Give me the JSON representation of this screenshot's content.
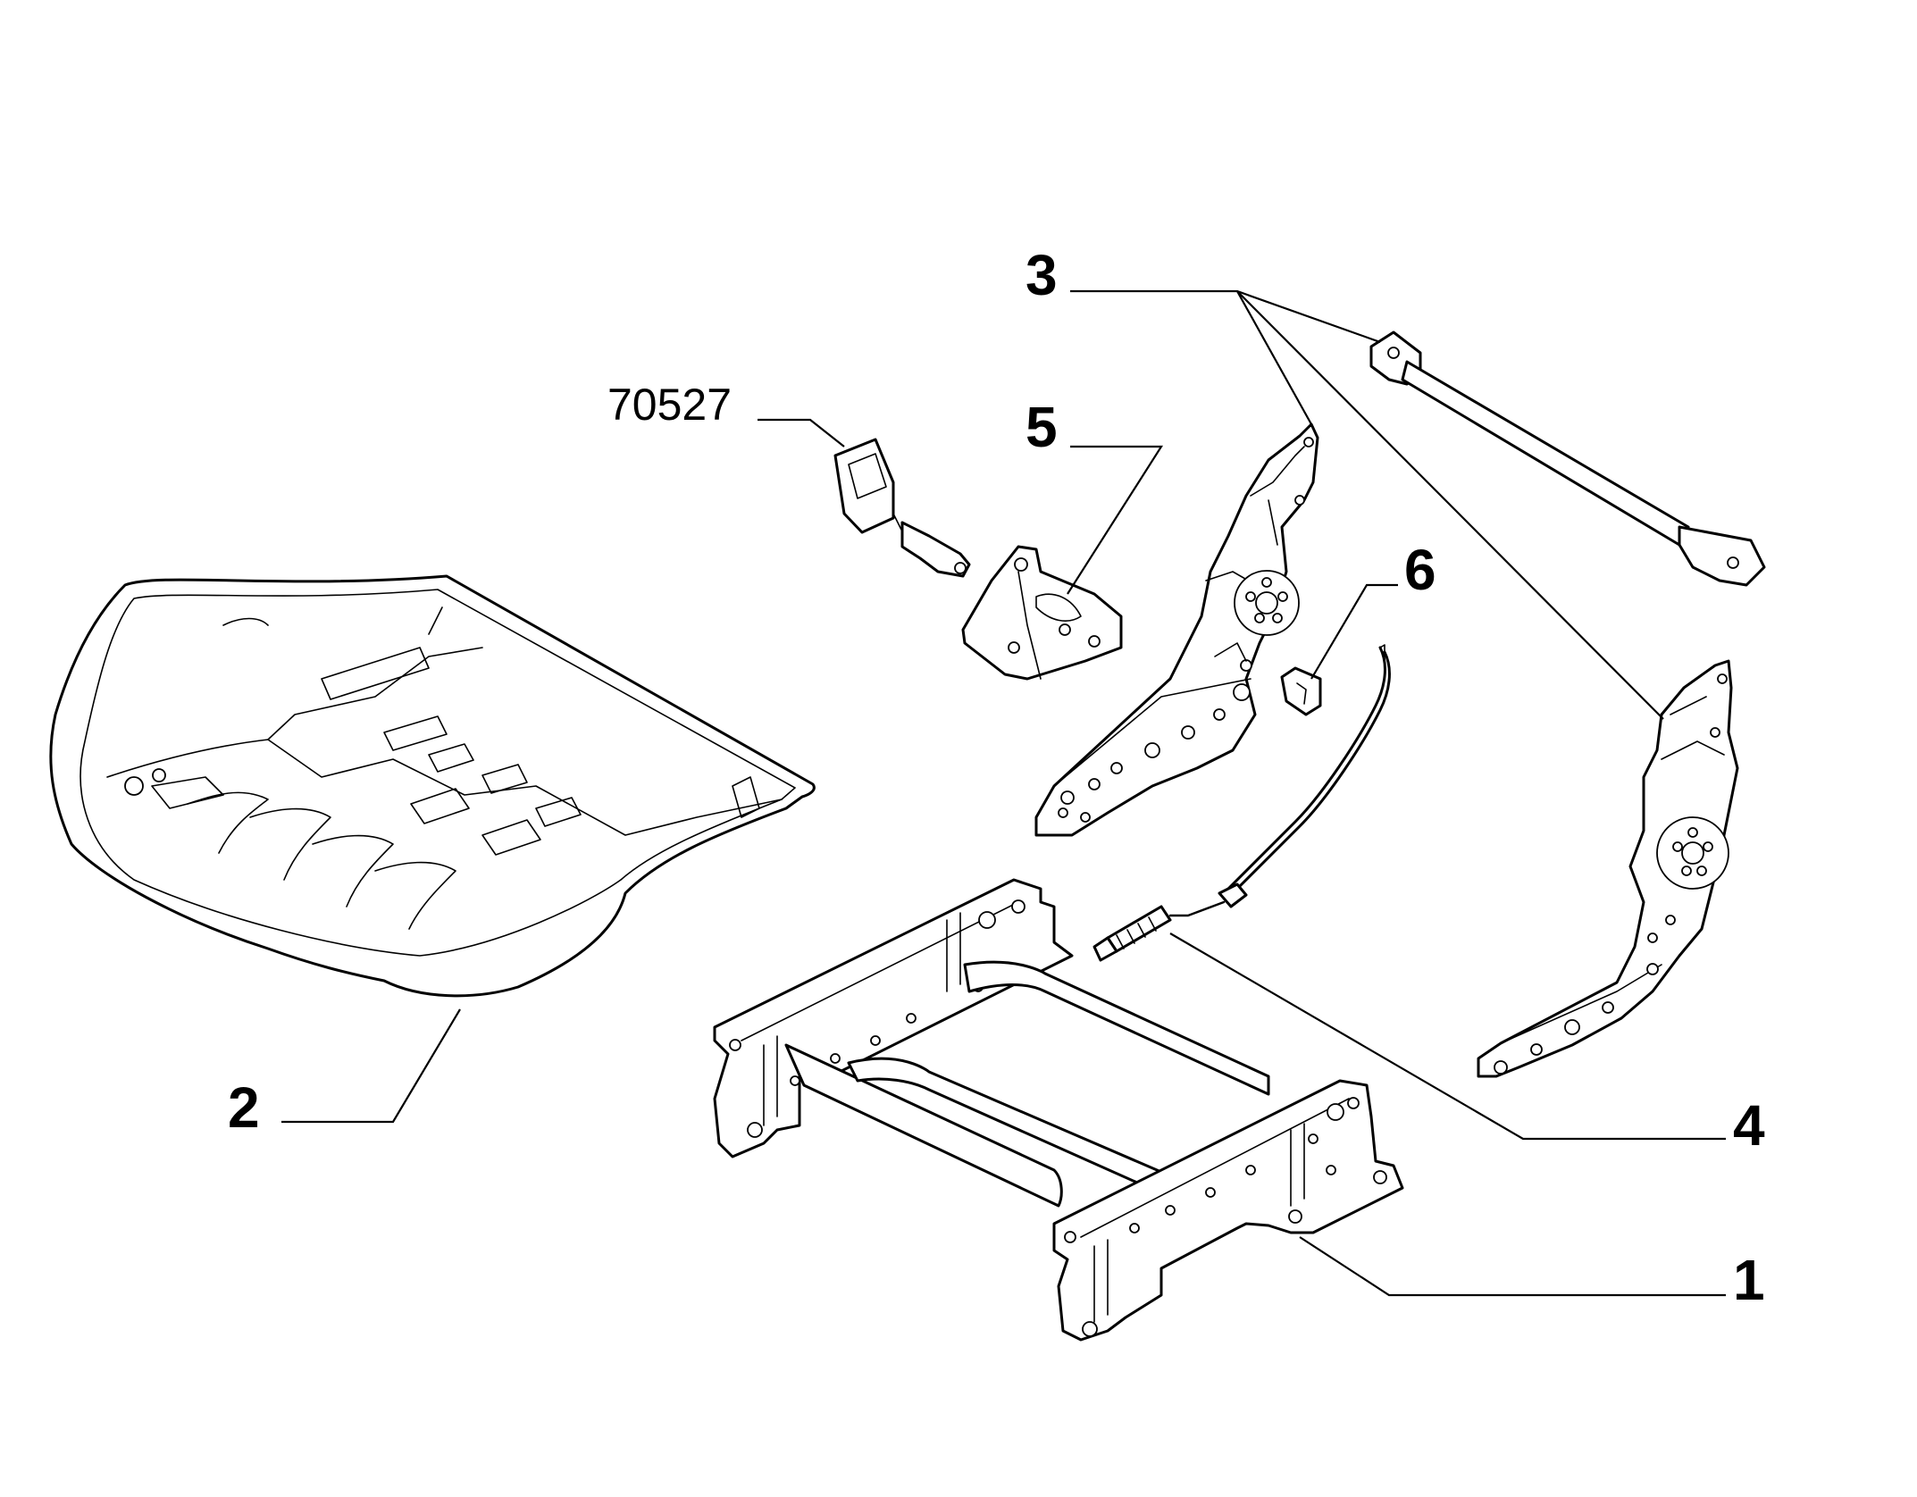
{
  "callouts": [
    {
      "id": "1",
      "text": "1"
    },
    {
      "id": "2",
      "text": "2"
    },
    {
      "id": "3",
      "text": "3"
    },
    {
      "id": "4",
      "text": "4"
    },
    {
      "id": "5",
      "text": "5"
    },
    {
      "id": "6",
      "text": "6"
    },
    {
      "id": "ref",
      "text": "70527"
    }
  ],
  "colors": {
    "line": "#000000",
    "background": "#ffffff"
  }
}
